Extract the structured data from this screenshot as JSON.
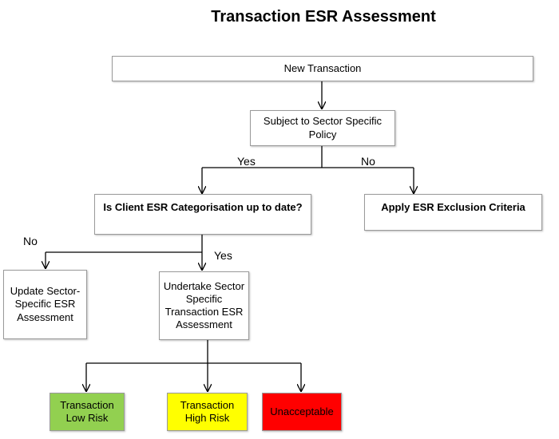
{
  "title": "Transaction ESR Assessment",
  "nodes": {
    "new_transaction": "New Transaction",
    "sector_policy": "Subject to Sector Specific Policy",
    "client_categorisation": "Is Client ESR Categorisation up to date?",
    "exclusion_criteria": "Apply ESR Exclusion Criteria",
    "update_assessment": "Update Sector-Specific ESR Assessment",
    "undertake_assessment": "Undertake Sector Specific Transaction ESR Assessment",
    "low_risk": "Transaction Low Risk",
    "high_risk": "Transaction High Risk",
    "unacceptable": "Unacceptable"
  },
  "edge_labels": {
    "policy_yes": "Yes",
    "policy_no": "No",
    "categorisation_no": "No",
    "categorisation_yes": "Yes"
  },
  "colors": {
    "low_risk": "#92d050",
    "high_risk": "#ffff00",
    "unacceptable": "#ff0000"
  }
}
